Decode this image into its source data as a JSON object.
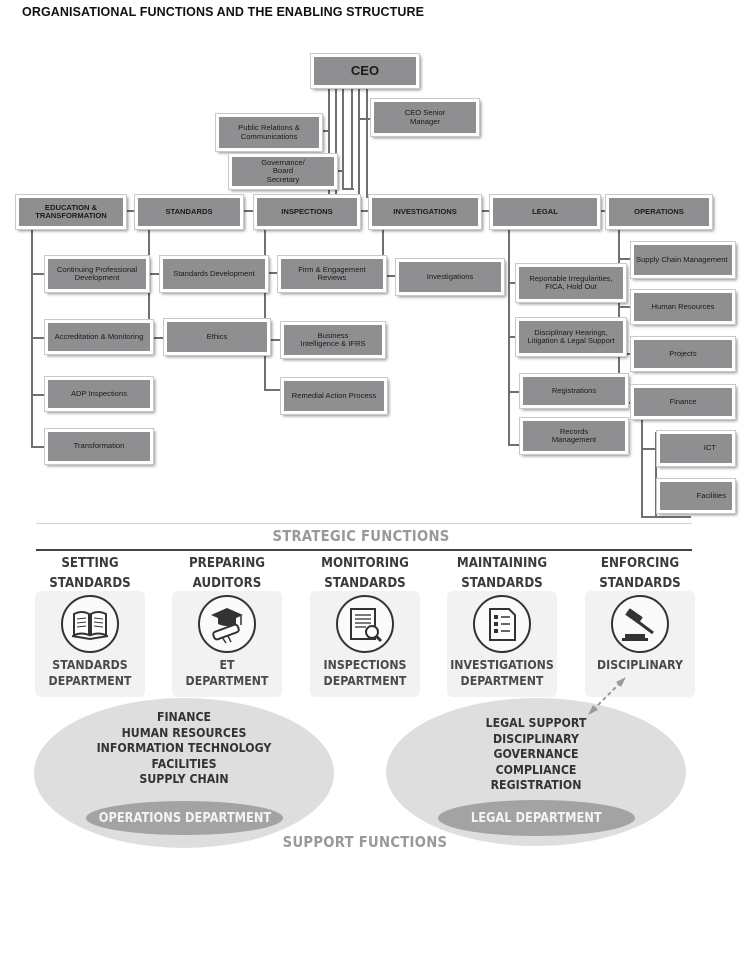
{
  "title": "ORGANISATIONAL FUNCTIONS AND THE ENABLING STRUCTURE",
  "org_chart": {
    "ceo": "CEO",
    "ceo_senior_manager": "CEO Senior Manager",
    "public_relations": "Public Relations & Communications",
    "governance": "Governance/ Board Secretary",
    "departments": {
      "education": "EDUCATION & TRANSFORMATION",
      "standards": "STANDARDS",
      "inspections": "INSPECTIONS",
      "investigations": "INVESTIGATIONS",
      "legal": "LEGAL",
      "operations": "OPERATIONS"
    },
    "education_units": [
      "Continuing Professional Development",
      "Accreditation & Monitoring",
      "ADP Inspections",
      "Transformation"
    ],
    "standards_units": [
      "Standards Development",
      "Ethics"
    ],
    "inspections_units": [
      "Firm & Engagement Reviews",
      "Business Intelligence & IFRS",
      "Remedial Action Process"
    ],
    "investigations_units": [
      "Investigations"
    ],
    "legal_units": [
      "Reportable Irregularities, FICA, Hold Out",
      "Disciplinary Hearings, Litigation & Legal Support",
      "Registrations",
      "Records Management"
    ],
    "operations_units": [
      "Supply Chain Management",
      "Human Resources",
      "Projects",
      "Finance"
    ],
    "finance_units": [
      "ICT",
      "Facilities"
    ]
  },
  "strategic": {
    "heading": "STRATEGIC FUNCTIONS",
    "columns": [
      {
        "head1": "SETTING",
        "head2": "STANDARDS",
        "icon": "book-icon",
        "label1": "STANDARDS",
        "label2": "DEPARTMENT"
      },
      {
        "head1": "PREPARING",
        "head2": "AUDITORS",
        "icon": "graduation-cap-icon",
        "label1": "ET",
        "label2": "DEPARTMENT"
      },
      {
        "head1": "MONITORING",
        "head2": "STANDARDS",
        "icon": "document-search-icon",
        "label1": "INSPECTIONS",
        "label2": "DEPARTMENT"
      },
      {
        "head1": "MAINTAINING",
        "head2": "STANDARDS",
        "icon": "checklist-icon",
        "label1": "INVESTIGATIONS",
        "label2": "DEPARTMENT"
      },
      {
        "head1": "ENFORCING",
        "head2": "STANDARDS",
        "icon": "gavel-icon",
        "label1": "DISCIPLINARY",
        "label2": ""
      }
    ]
  },
  "support": {
    "heading": "SUPPORT FUNCTIONS",
    "operations_items": [
      "FINANCE",
      "HUMAN RESOURCES",
      "INFORMATION TECHNOLOGY",
      "FACILITIES",
      "SUPPLY CHAIN"
    ],
    "operations_label": "OPERATIONS DEPARTMENT",
    "legal_items": [
      "LEGAL SUPPORT",
      "DISCIPLINARY",
      "GOVERNANCE",
      "COMPLIANCE",
      "REGISTRATION"
    ],
    "legal_label": "LEGAL DEPARTMENT"
  }
}
